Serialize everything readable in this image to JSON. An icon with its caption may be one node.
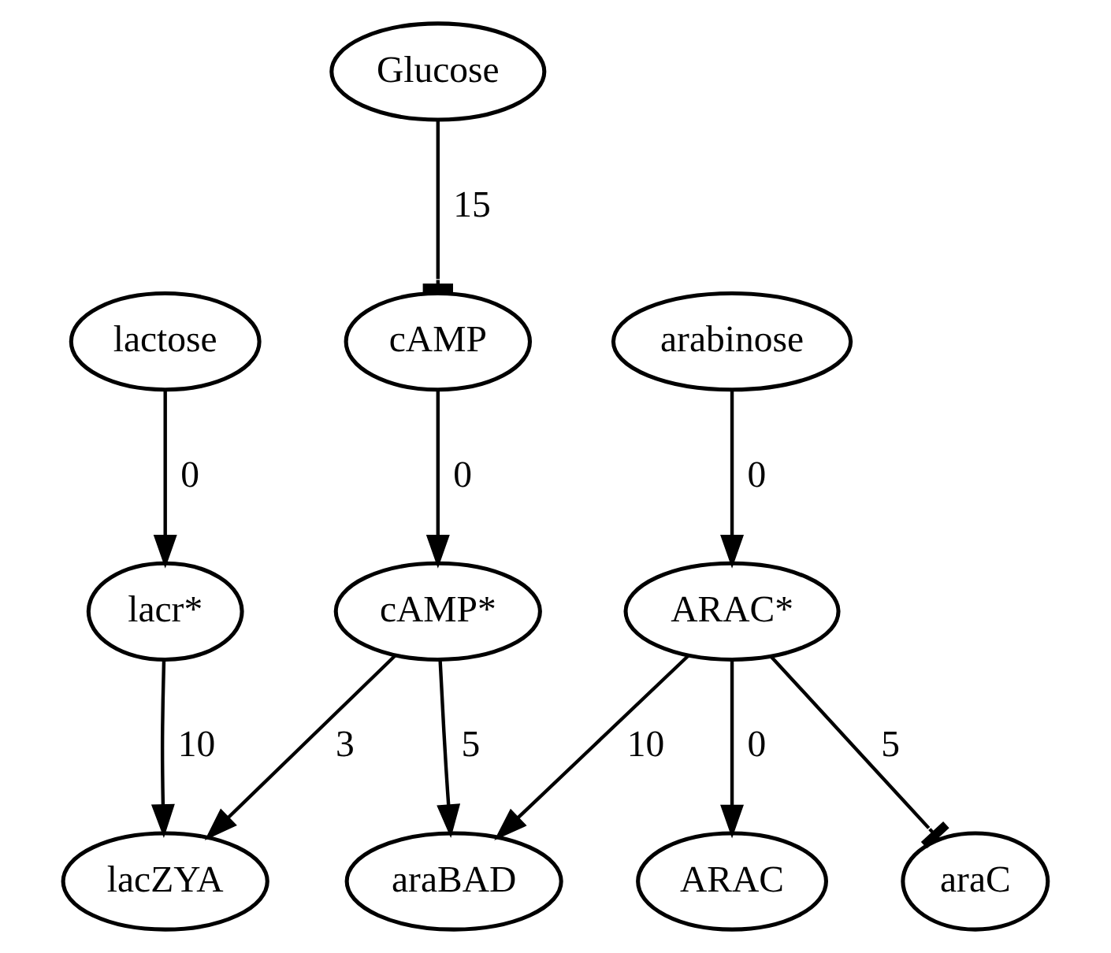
{
  "diagram": {
    "nodes": [
      {
        "text": [
          "Glucose"
        ]
      },
      {
        "text": [
          "lactose"
        ]
      },
      {
        "text": [
          "cAMP"
        ]
      },
      {
        "text": [
          "arabinose"
        ]
      },
      {
        "text": [
          "lacr*"
        ]
      },
      {
        "text": [
          "cAMP*"
        ]
      },
      {
        "text": [
          "ARAC*"
        ]
      },
      {
        "text": [
          "lacZYA"
        ]
      },
      {
        "text": [
          "araBAD"
        ]
      },
      {
        "text": [
          "ARAC"
        ]
      },
      {
        "text": [
          "araC"
        ]
      }
    ],
    "edges": [
      {
        "from": 0,
        "to": 2,
        "arrow": "other",
        "label": "15"
      },
      {
        "from": 1,
        "to": 4,
        "arrow": "to",
        "label": "0"
      },
      {
        "from": 2,
        "to": 5,
        "arrow": "to",
        "label": "0"
      },
      {
        "from": 3,
        "to": 6,
        "arrow": "to",
        "label": "0"
      },
      {
        "from": 4,
        "to": 7,
        "arrow": "to",
        "label": "10"
      },
      {
        "from": 5,
        "to": 7,
        "arrow": "to",
        "label": "3"
      },
      {
        "from": 5,
        "to": 8,
        "arrow": "to",
        "label": "5"
      },
      {
        "from": 6,
        "to": 8,
        "arrow": "to",
        "label": "10"
      },
      {
        "from": 6,
        "to": 9,
        "arrow": "to",
        "label": "0"
      },
      {
        "from": 6,
        "to": 10,
        "arrow": "other",
        "label": "5"
      }
    ]
  }
}
